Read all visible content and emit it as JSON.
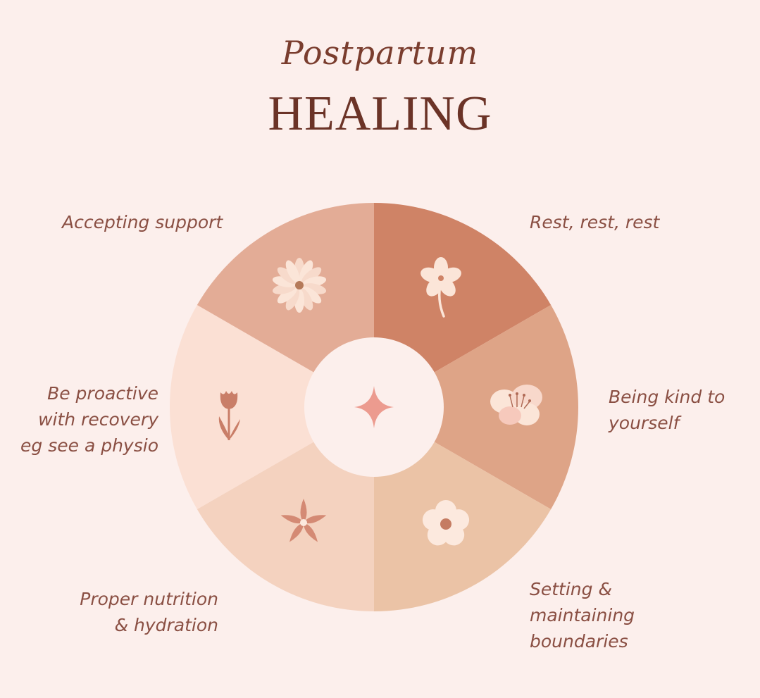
{
  "title": {
    "script": "Postpartum",
    "main": "HEALING"
  },
  "segments": [
    {
      "label": "Rest, rest, rest",
      "color": "#cf8366",
      "icon": "clover-flower-icon"
    },
    {
      "label": "Being kind to\nyourself",
      "color": "#dea487",
      "icon": "blossom-icon"
    },
    {
      "label": "Setting &\nmaintaining\nboundaries",
      "color": "#ebc3a6",
      "icon": "round-flower-icon"
    },
    {
      "label": "Proper nutrition\n& hydration",
      "color": "#f4d2bf",
      "icon": "star-flower-icon"
    },
    {
      "label": "Be proactive\nwith recovery\neg see a physio",
      "color": "#fbe0d4",
      "icon": "tulip-icon"
    },
    {
      "label": "Accepting support",
      "color": "#e3ac96",
      "icon": "daisy-icon"
    }
  ],
  "center": {
    "icon": "sparkle-icon",
    "color": "#fcefec"
  },
  "colors": {
    "background": "#fcefec",
    "title": "#6b3327",
    "label": "#8a4f43",
    "petal_light": "#fbe5d8",
    "flower_dark": "#d48a74",
    "seed": "#b57a5a"
  }
}
